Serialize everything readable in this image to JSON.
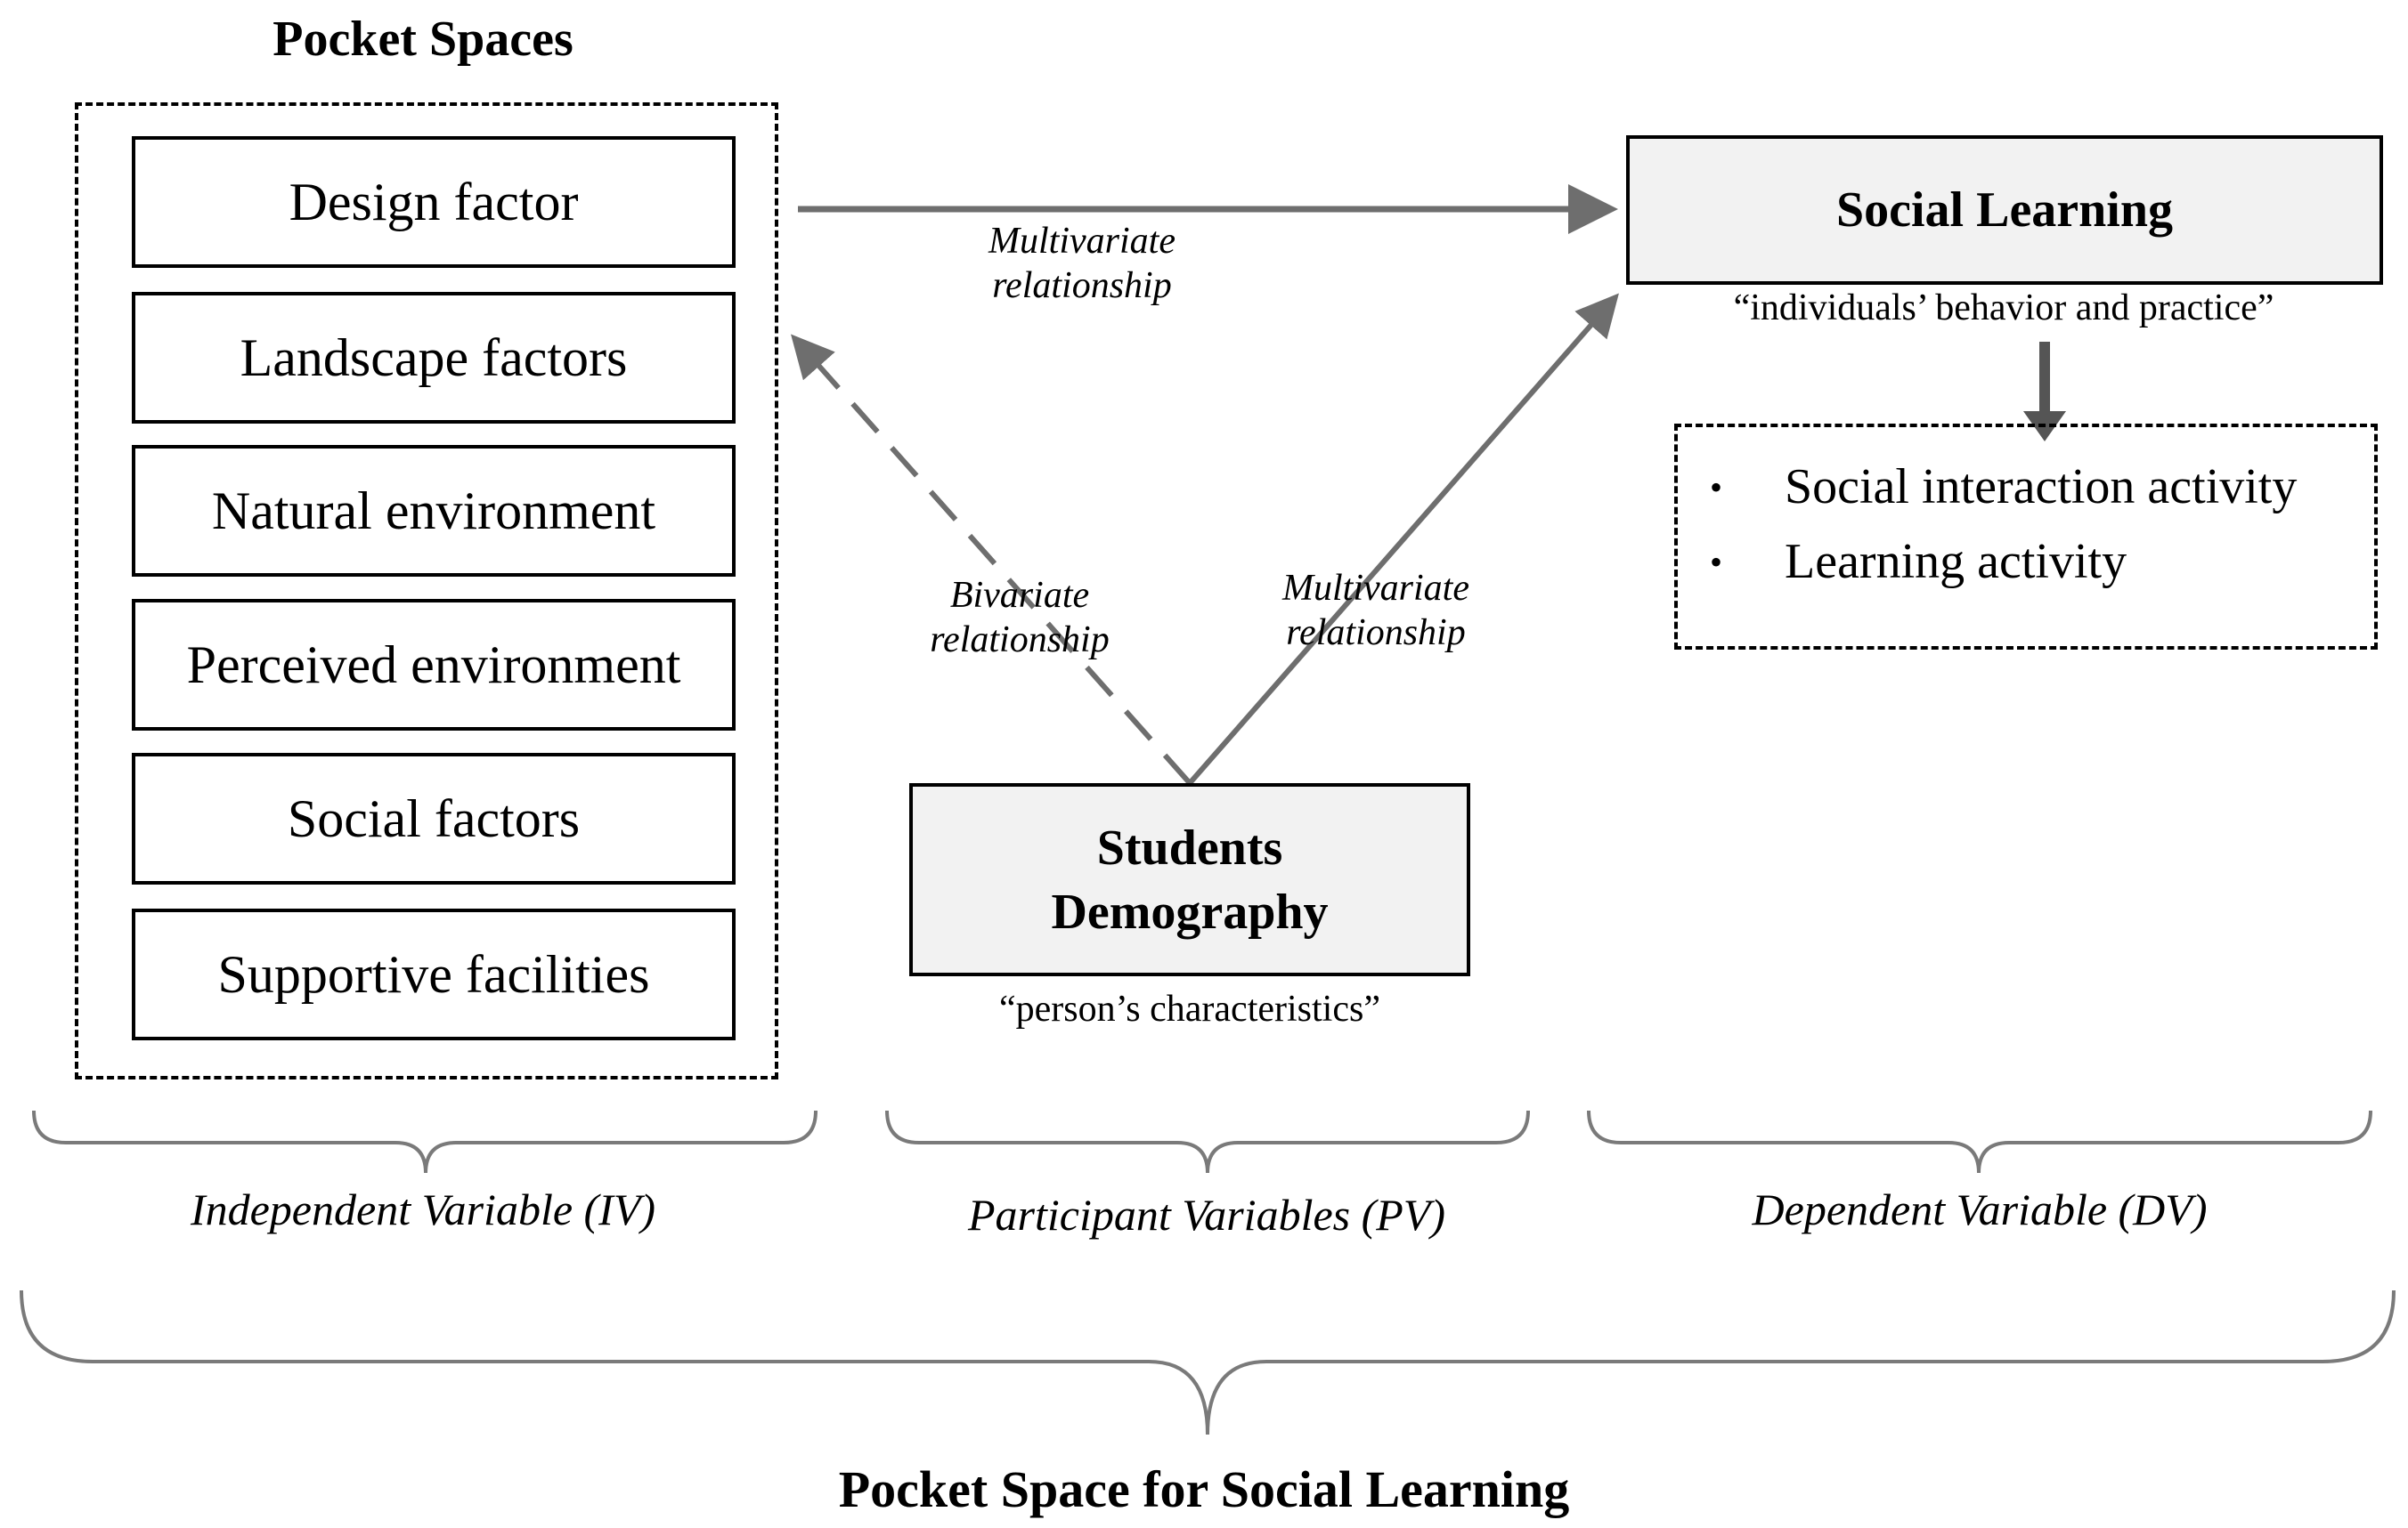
{
  "title_top": "Pocket Spaces",
  "factors": [
    "Design factor",
    "Landscape factors",
    "Natural environment",
    "Perceived environment",
    "Social factors",
    "Supportive facilities"
  ],
  "social_learning": {
    "title": "Social Learning",
    "quote": "“individuals’ behavior and practice”",
    "items": [
      "Social interaction activity",
      "Learning activity"
    ],
    "bullet": "•"
  },
  "students_demography": {
    "line1": "Students",
    "line2": "Demography",
    "quote": "“person’s characteristics”"
  },
  "relationships": {
    "top_line1": "Multivariate",
    "top_line2": "relationship",
    "bivariate_line1": "Bivariate",
    "bivariate_line2": "relationship",
    "multi_line1": "Multivariate",
    "multi_line2": "relationship"
  },
  "categories": {
    "iv": "Independent Variable (IV)",
    "pv": "Participant Variables (PV)",
    "dv": "Dependent Variable (DV)"
  },
  "bottom_title": "Pocket Space for Social Learning",
  "colors": {
    "arrow": "#6e6e6e",
    "brace": "#7a7a7a",
    "box_fill": "#f2f2f2"
  }
}
